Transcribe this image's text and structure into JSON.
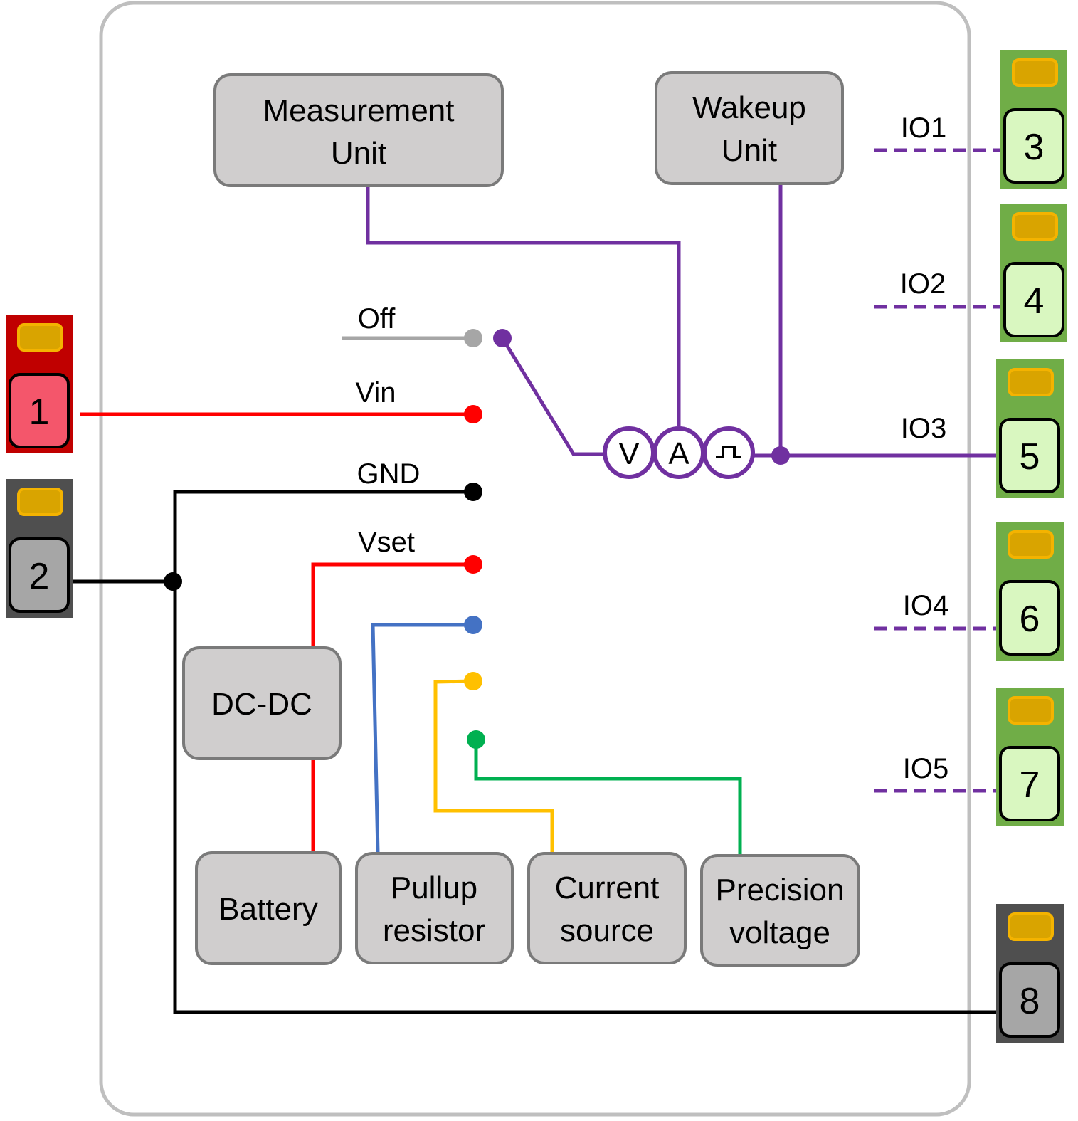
{
  "units": {
    "measurement": [
      "Measurement",
      "Unit"
    ],
    "wakeup": [
      "Wakeup",
      "Unit"
    ],
    "dcdc": [
      "DC-DC"
    ],
    "battery": [
      "Battery"
    ],
    "pullup": [
      "Pullup",
      "resistor"
    ],
    "current": [
      "Current",
      "source"
    ],
    "precision": [
      "Precision",
      "voltage"
    ]
  },
  "signals": {
    "off": "Off",
    "vin": "Vin",
    "gnd": "GND",
    "vset": "Vset"
  },
  "meters": {
    "v": "V",
    "a": "A",
    "pulse_icon": "pulse-icon"
  },
  "io_labels": {
    "io1": "IO1",
    "io2": "IO2",
    "io3": "IO3",
    "io4": "IO4",
    "io5": "IO5"
  },
  "pins": {
    "p1": "1",
    "p2": "2",
    "p3": "3",
    "p4": "4",
    "p5": "5",
    "p6": "6",
    "p7": "7",
    "p8": "8"
  },
  "colors": {
    "enclosure": "#bfbfbf",
    "block_fill": "#d0cece",
    "purple": "#7030a0",
    "red": "#ff0000",
    "black": "#000000",
    "grey_line": "#a6a6a6",
    "blue": "#4472c4",
    "yellow": "#ffc000",
    "green": "#00b050",
    "pin_red": "#c00000",
    "pin_red_inner": "#f4566b",
    "pin_dark": "#4f4f4f",
    "pin_dark_inner": "#a6a6a6",
    "pin_green": "#70ad47",
    "pin_green_inner": "#d9f7c0",
    "pad": "#d9a400"
  }
}
